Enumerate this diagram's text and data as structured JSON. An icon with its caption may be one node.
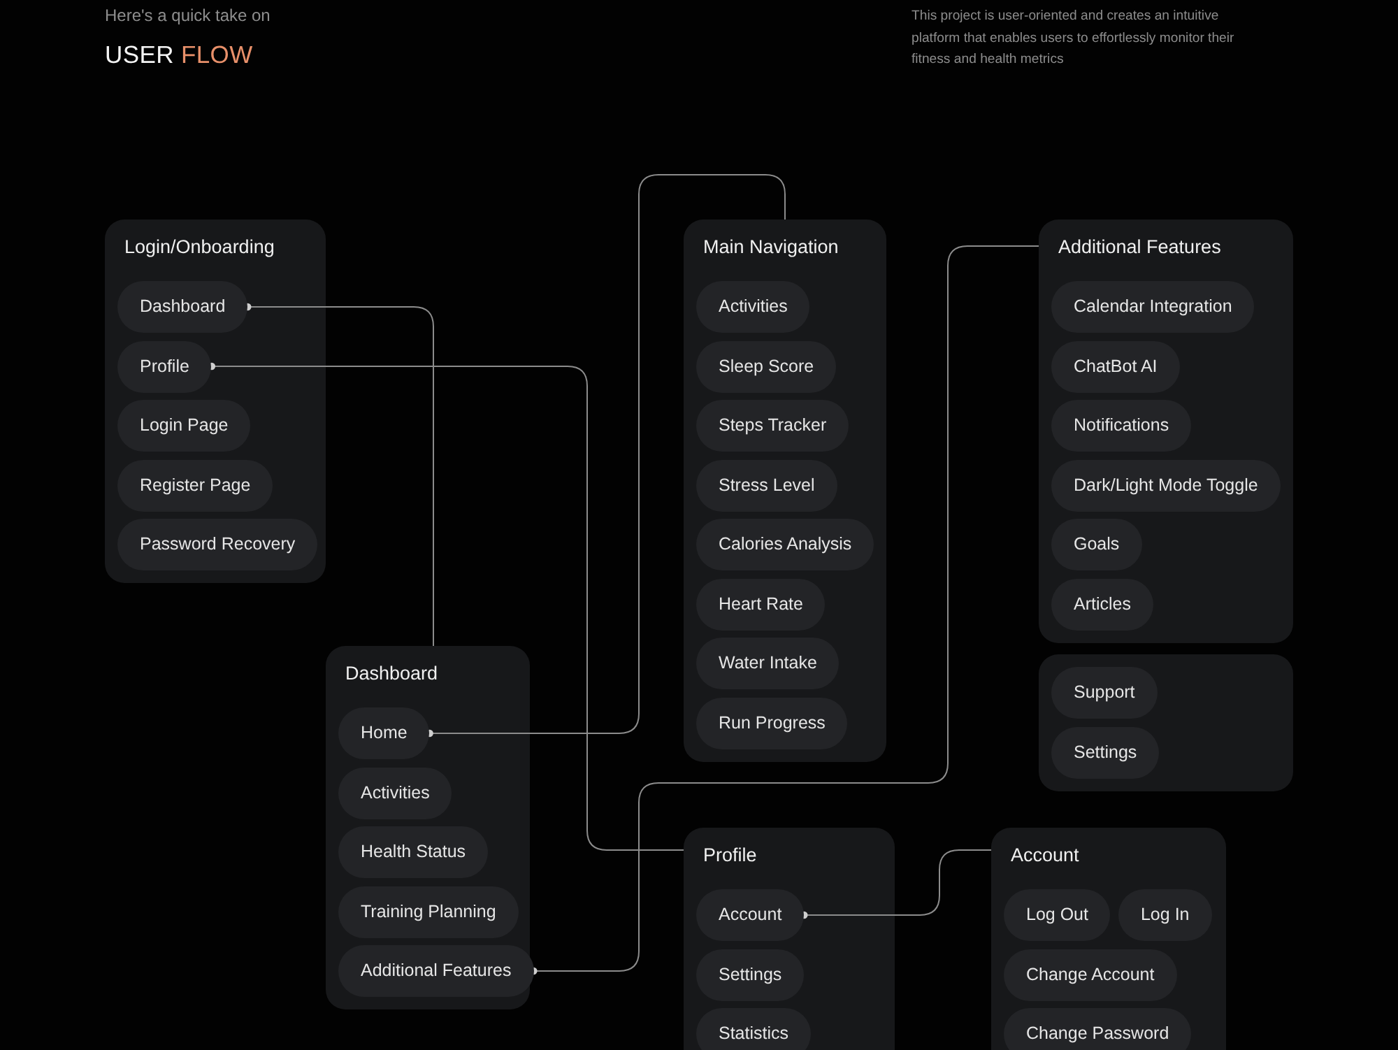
{
  "diagram": {
    "title": "USER FLOW",
    "nodes": [
      {
        "text": [
          "Login/Onboarding"
        ]
      },
      {
        "text": [
          "Dashboard"
        ],
        "in": 0
      },
      {
        "text": [
          "Profile"
        ],
        "in": 0
      },
      {
        "text": [
          "Login Page"
        ],
        "in": 0
      },
      {
        "text": [
          "Register Page"
        ],
        "in": 0
      },
      {
        "text": [
          "Password Recovery"
        ],
        "in": 0
      },
      {
        "text": [
          "Main Navigation"
        ]
      },
      {
        "text": [
          "Activities"
        ],
        "in": 6
      },
      {
        "text": [
          "Sleep Score"
        ],
        "in": 6
      },
      {
        "text": [
          "Steps Tracker"
        ],
        "in": 6
      },
      {
        "text": [
          "Stress Level"
        ],
        "in": 6
      },
      {
        "text": [
          "Calories Analysis"
        ],
        "in": 6
      },
      {
        "text": [
          "Heart Rate"
        ],
        "in": 6
      },
      {
        "text": [
          "Water Intake"
        ],
        "in": 6
      },
      {
        "text": [
          "Run Progress"
        ],
        "in": 6
      },
      {
        "text": [
          "Additional Features"
        ]
      },
      {
        "text": [
          "Calendar Integration"
        ],
        "in": 15
      },
      {
        "text": [
          "ChatBot AI"
        ],
        "in": 15
      },
      {
        "text": [
          "Notifications"
        ],
        "in": 15
      },
      {
        "text": [
          "Dark/Light Mode Toggle"
        ],
        "in": 15
      },
      {
        "text": [
          "Goals"
        ],
        "in": 15
      },
      {
        "text": [
          "Articles"
        ],
        "in": 15
      },
      {
        "text": [],
        "shape": "box"
      },
      {
        "text": [
          "Support"
        ],
        "in": 22
      },
      {
        "text": [
          "Settings"
        ],
        "in": 22
      },
      {
        "text": [
          "Dashboard"
        ]
      },
      {
        "text": [
          "Home"
        ],
        "in": 25
      },
      {
        "text": [
          "Activities"
        ],
        "in": 25
      },
      {
        "text": [
          "Health Status"
        ],
        "in": 25
      },
      {
        "text": [
          "Training Planning"
        ],
        "in": 25
      },
      {
        "text": [
          "Additional Features"
        ],
        "in": 25
      },
      {
        "text": [
          "Profile"
        ]
      },
      {
        "text": [
          "Account"
        ],
        "in": 31
      },
      {
        "text": [
          "Settings"
        ],
        "in": 31
      },
      {
        "text": [
          "Statistics"
        ],
        "in": 31
      },
      {
        "text": [
          "Account"
        ]
      },
      {
        "text": [
          "Log Out"
        ],
        "in": 35
      },
      {
        "text": [
          "Log In"
        ],
        "in": 35
      },
      {
        "text": [
          "Change Account"
        ],
        "in": 35
      },
      {
        "text": [
          "Change Password"
        ],
        "in": 35
      }
    ],
    "edges": [
      {
        "from": 1,
        "to": 25,
        "arrow": "other"
      },
      {
        "from": 2,
        "to": 31,
        "arrow": "other"
      },
      {
        "from": 26,
        "to": 6,
        "arrow": "other"
      },
      {
        "from": 30,
        "to": 15,
        "arrow": "other"
      },
      {
        "from": 32,
        "to": 35,
        "arrow": "other"
      }
    ],
    "labels": [
      "Here's a quick take on",
      "This project is user-oriented and creates an intuitive platform that enables users to effortlessly monitor their fitness and health metrics"
    ]
  }
}
